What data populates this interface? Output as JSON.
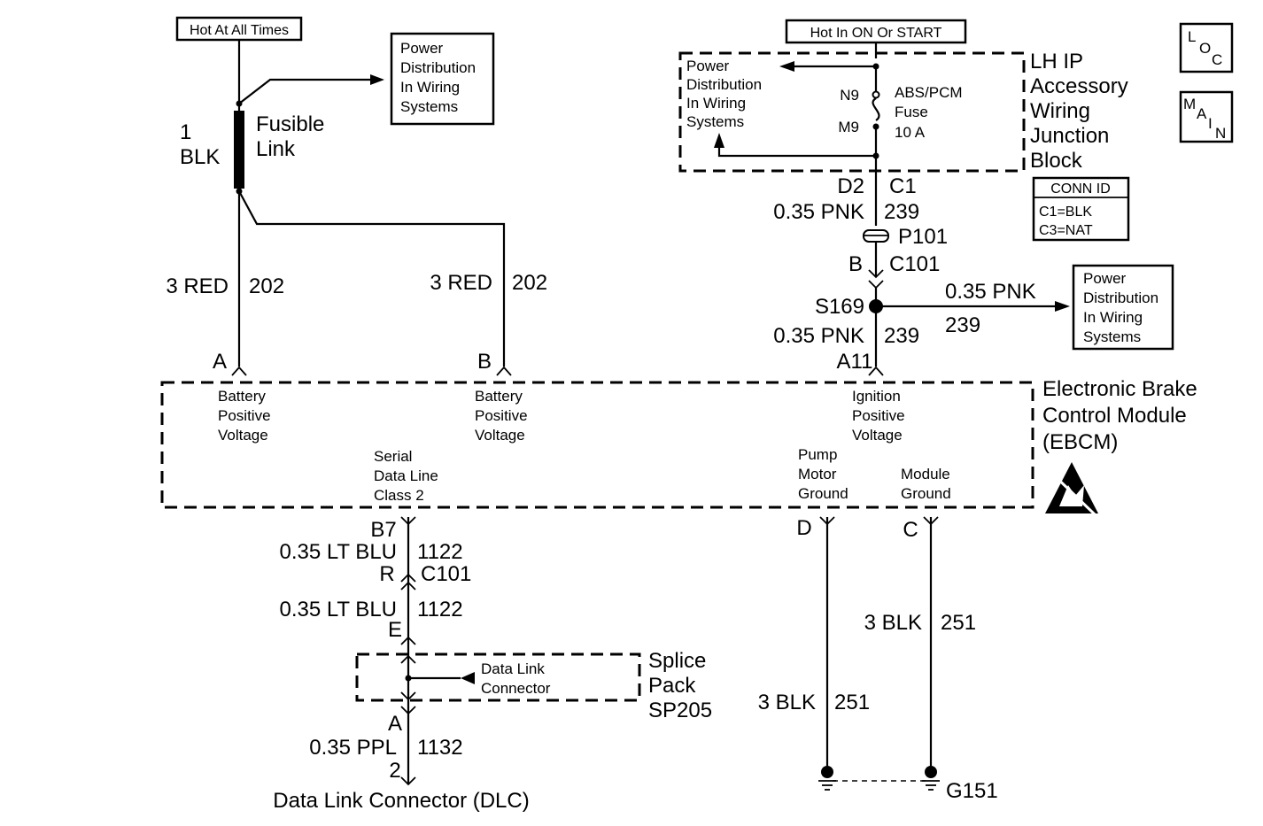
{
  "power_sources": {
    "hot_at_all_times": "Hot At All Times",
    "hot_in_on_or_start": "Hot In ON Or START"
  },
  "fusible_link": {
    "label_line1": "Fusible",
    "label_line2": "Link",
    "gauge": "1",
    "color": "BLK"
  },
  "power_distribution": {
    "line1": "Power",
    "line2": "Distribution",
    "line3": "In Wiring",
    "line4": "Systems"
  },
  "wires": {
    "w202_a": {
      "gauge_color": "3 RED",
      "circuit": "202",
      "pin": "A"
    },
    "w202_b": {
      "gauge_color": "3 RED",
      "circuit": "202",
      "pin": "B"
    },
    "w239_top": {
      "gauge_color": "0.35 PNK",
      "circuit": "239"
    },
    "w239_branch": {
      "gauge_color": "0.35 PNK",
      "circuit": "239"
    },
    "w239_ebcm": {
      "gauge_color": "0.35 PNK",
      "circuit": "239",
      "pin": "A11"
    },
    "w1122_top": {
      "gauge_color": "0.35 LT BLU",
      "circuit": "1122",
      "pin": "B7"
    },
    "w1122_bottom": {
      "gauge_color": "0.35 LT BLU",
      "circuit": "1122",
      "pin": "E"
    },
    "w1132": {
      "gauge_color": "0.35 PPL",
      "circuit": "1132",
      "pin_top": "A",
      "pin_bottom": "2"
    },
    "w251_d": {
      "gauge_color": "3 BLK",
      "circuit": "251",
      "pin": "D"
    },
    "w251_c": {
      "gauge_color": "3 BLK",
      "circuit": "251",
      "pin": "C"
    }
  },
  "junction_block": {
    "title_line1": "LH IP",
    "title_line2": "Accessory",
    "title_line3": "Wiring",
    "title_line4": "Junction",
    "title_line5": "Block",
    "fuse_pin_in": "N9",
    "fuse_pin_out": "M9",
    "fuse_name": "ABS/PCM",
    "fuse_word": "Fuse",
    "fuse_rating": "10 A",
    "connector_pin": "D2",
    "connector": "C1"
  },
  "conn_id": {
    "title": "CONN ID",
    "row1": "C1=BLK",
    "row2": "C3=NAT"
  },
  "connectors": {
    "p101": "P101",
    "c101_top": "C101",
    "c101_top_pin": "B",
    "c101_bottom": "C101",
    "c101_bottom_pin": "R"
  },
  "splice": {
    "s169": "S169",
    "sp_line1": "Splice",
    "sp_line2": "Pack",
    "sp_line3": "SP205",
    "dlc_line1": "Data Link",
    "dlc_line2": "Connector"
  },
  "ebcm": {
    "title_line1": "Electronic Brake",
    "title_line2": "Control Module",
    "title_line3": "(EBCM)",
    "bpv_a_1": "Battery",
    "bpv_a_2": "Positive",
    "bpv_a_3": "Voltage",
    "bpv_b_1": "Battery",
    "bpv_b_2": "Positive",
    "bpv_b_3": "Voltage",
    "ign_1": "Ignition",
    "ign_2": "Positive",
    "ign_3": "Voltage",
    "sdl_1": "Serial",
    "sdl_2": "Data Line",
    "sdl_3": "Class 2",
    "pmg_1": "Pump",
    "pmg_2": "Motor",
    "pmg_3": "Ground",
    "mg_1": "Module",
    "mg_2": "Ground"
  },
  "dlc_name": "Data Link Connector (DLC)",
  "ground": "G151",
  "nav": {
    "loc_l": "L",
    "loc_o": "O",
    "loc_c": "C",
    "main_m": "M",
    "main_a": "A",
    "main_i": "I",
    "main_n": "N"
  }
}
